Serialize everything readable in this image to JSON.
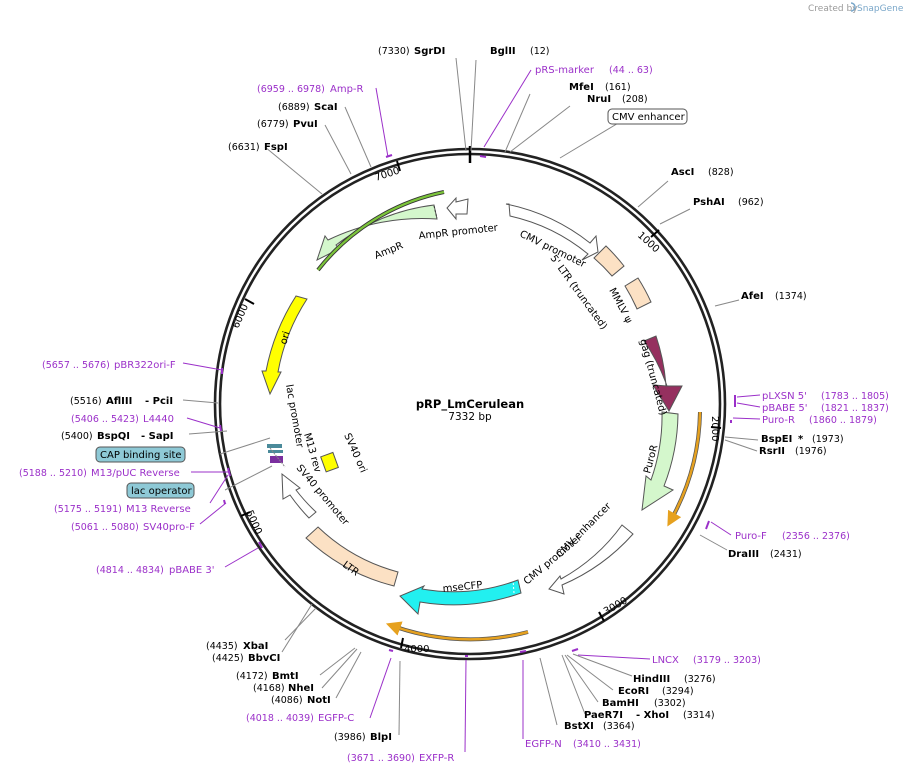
{
  "credit": {
    "text": "Created by",
    "brand": "SnapGene"
  },
  "plasmid": {
    "name": "pRP_LmCerulean",
    "length": "7332 bp"
  },
  "ticks": [
    "1000",
    "2000",
    "3000",
    "4000",
    "5000",
    "6000",
    "7000"
  ],
  "enzymes": [
    {
      "name": "SgrDI",
      "pos": "(7330)"
    },
    {
      "name": "BglII",
      "pos": "(12)"
    },
    {
      "name": "MfeI",
      "pos": "(161)"
    },
    {
      "name": "NruI",
      "pos": "(208)"
    },
    {
      "name": "AscI",
      "pos": "(828)"
    },
    {
      "name": "PshAI",
      "pos": "(962)"
    },
    {
      "name": "AfeI",
      "pos": "(1374)"
    },
    {
      "name": "BspEI",
      "star": "*",
      "pos": "(1973)"
    },
    {
      "name": "RsrII",
      "pos": "(1976)"
    },
    {
      "name": "DraIII",
      "pos": "(2431)"
    },
    {
      "name": "HindIII",
      "pos": "(3276)"
    },
    {
      "name": "EcoRI",
      "pos": "(3294)"
    },
    {
      "name": "BamHI",
      "pos": "(3302)"
    },
    {
      "name": "PaeR7I",
      "name2": "- XhoI",
      "pos": "(3314)"
    },
    {
      "name": "BstXI",
      "pos": "(3364)"
    },
    {
      "name": "BlpI",
      "pos": "(3986)"
    },
    {
      "name": "NotI",
      "pos": "(4086)"
    },
    {
      "name": "NheI",
      "pos": "(4168)"
    },
    {
      "name": "BmtI",
      "pos": "(4172)"
    },
    {
      "name": "BbvCI",
      "pos": "(4425)"
    },
    {
      "name": "XbaI",
      "pos": "(4435)"
    },
    {
      "name": "BspQI",
      "name2": "- SapI",
      "pos": "(5400)"
    },
    {
      "name": "AflIII",
      "name2": "- PciI",
      "pos": "(5516)"
    },
    {
      "name": "FspI",
      "pos": "(6631)"
    },
    {
      "name": "PvuI",
      "pos": "(6779)"
    },
    {
      "name": "ScaI",
      "pos": "(6889)"
    }
  ],
  "primers": [
    {
      "name": "pRS-marker",
      "pos": "(44 .. 63)"
    },
    {
      "name": "pLXSN 5'",
      "pos": "(1783 .. 1805)"
    },
    {
      "name": "pBABE 5'",
      "pos": "(1821 .. 1837)"
    },
    {
      "name": "Puro-R",
      "pos": "(1860 .. 1879)"
    },
    {
      "name": "Puro-F",
      "pos": "(2356 .. 2376)"
    },
    {
      "name": "LNCX",
      "pos": "(3179 .. 3203)"
    },
    {
      "name": "EGFP-N",
      "pos": "(3410 .. 3431)"
    },
    {
      "name": "EXFP-R",
      "pos": "(3671 .. 3690)"
    },
    {
      "name": "EGFP-C",
      "pos": "(4018 .. 4039)"
    },
    {
      "name": "pBABE 3'",
      "pos": "(4814 .. 4834)"
    },
    {
      "name": "SV40pro-F",
      "pos": "(5061 .. 5080)"
    },
    {
      "name": "M13 Reverse",
      "pos": "(5175 .. 5191)"
    },
    {
      "name": "M13/pUC Reverse",
      "pos": "(5188 .. 5210)"
    },
    {
      "name": "L4440",
      "pos": "(5406 .. 5423)"
    },
    {
      "name": "pBR322ori-F",
      "pos": "(5657 .. 5676)"
    },
    {
      "name": "Amp-R",
      "pos": "(6959 .. 6978)"
    }
  ],
  "boxed_features": [
    "CMV enhancer",
    "CAP binding site",
    "lac operator"
  ],
  "features": {
    "cmv_promoter": "CMV promoter",
    "ltr5": "5' LTR (truncated)",
    "mmlv": "MMLV ψ",
    "gag": "gag (truncated)",
    "puror": "PuroR",
    "cmv_enhancer2": "CMV enhancer",
    "cmv_promoter2": "CMV promoter",
    "msecfp": "mseCFP",
    "ltr": "LTR",
    "sv40_promoter": "SV40 promoter",
    "sv40_ori": "SV40 ori",
    "m13_rev": "M13 rev",
    "lac_promoter": "lac promoter",
    "ori": "ori",
    "ampr": "AmpR",
    "ampr_promoter": "AmpR promoter"
  },
  "colors": {
    "backbone": "#222222",
    "promoter": "#ffffff",
    "ltr": "#fce1c4",
    "gag": "#95305f",
    "puror": "#d4f7cc",
    "msecfp": "#22f0f0",
    "ori": "#ffff00",
    "primer": "#9b30c9",
    "orf_orange": "#e6a11f",
    "orf_green": "#2e6b0f",
    "boxfill": "#8ec9d6"
  }
}
